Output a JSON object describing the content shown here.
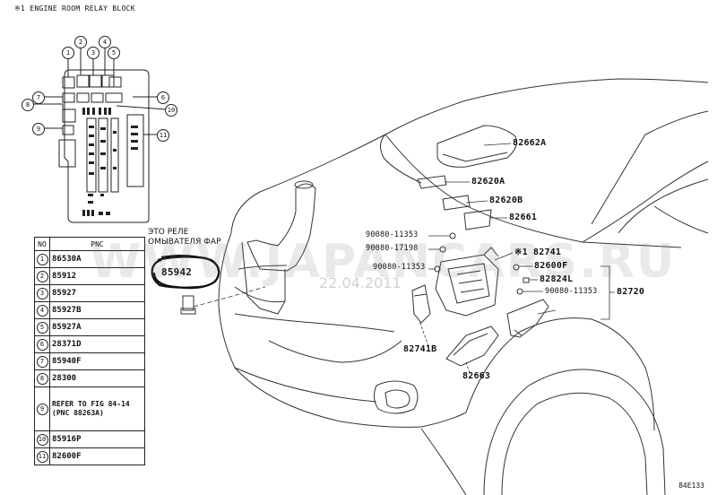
{
  "block_title": "※1 ENGINE ROOM RELAY BLOCK",
  "relay_callouts": [
    "1",
    "2",
    "3",
    "4",
    "5",
    "6",
    "7",
    "8",
    "9",
    "10",
    "11"
  ],
  "annotation": {
    "line1": "ЭТО РЕЛЕ",
    "line2": "ОМЫВАТЕЛЯ ФАР"
  },
  "highlighted_part": "85942",
  "watermark": "WWW.JAPANCARS.RU",
  "date_stamp": "22.04.2011",
  "table": {
    "header_no": "NO",
    "header_pnc": "PNC",
    "rows": [
      {
        "no": "1",
        "pnc": "86530A"
      },
      {
        "no": "2",
        "pnc": "85912"
      },
      {
        "no": "3",
        "pnc": "85927"
      },
      {
        "no": "4",
        "pnc": "85927B"
      },
      {
        "no": "5",
        "pnc": "85927A"
      },
      {
        "no": "6",
        "pnc": "28371D"
      },
      {
        "no": "7",
        "pnc": "85940F"
      },
      {
        "no": "8",
        "pnc": "28300"
      },
      {
        "no": "9",
        "pnc": "REFER TO FIG 84-14 (PNC 88263A)"
      },
      {
        "no": "10",
        "pnc": "85916P"
      },
      {
        "no": "11",
        "pnc": "82600F"
      }
    ]
  },
  "parts": {
    "p82662A": "82662A",
    "p82620A": "82620A",
    "p82620B": "82620B",
    "p82661": "82661",
    "p90080_11353_a": "90080-11353",
    "p90080_17198": "90080-17198",
    "p90080_11353_b": "90080-11353",
    "p82741": "※1 82741",
    "p82600F": "82600F",
    "p82824L": "82824L",
    "p90080_11353_c": "90080-11353",
    "p82720": "82720",
    "p82741B": "82741B",
    "p82663": "82663"
  },
  "figure_code": "84E133"
}
